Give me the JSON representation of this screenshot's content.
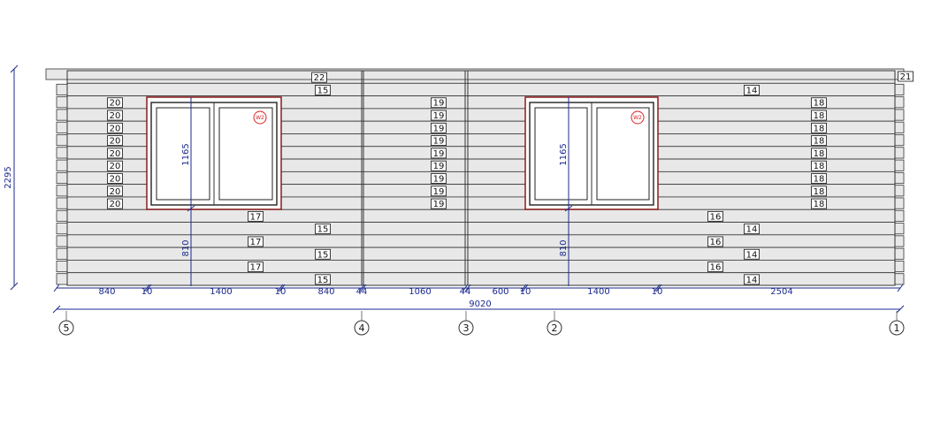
{
  "drawing": {
    "height_dimension": "2295",
    "total_width_dimension": "9020",
    "bottom_dimensions": [
      "840",
      "10",
      "1400",
      "10",
      "840",
      "44",
      "1060",
      "44",
      "600",
      "10",
      "1400",
      "10",
      "2504"
    ],
    "window_height_dimension": "1165",
    "sill_height_dimension": "810",
    "window_badge": "W2",
    "axis_labels": [
      "5",
      "4",
      "3",
      "2",
      "1"
    ],
    "log_numbers": {
      "top_left": "22",
      "top_right": "21",
      "seg1_row2": "15",
      "seg1_left_col": [
        "20",
        "20",
        "20",
        "20",
        "20",
        "20",
        "20",
        "20",
        "20"
      ],
      "seg1_center": [
        "17",
        "17",
        "17"
      ],
      "seg1_right": [
        "15",
        "15",
        "15"
      ],
      "seg2_col": [
        "19",
        "19",
        "19",
        "19",
        "19",
        "19",
        "19",
        "19",
        "19"
      ],
      "seg3_row2": "14",
      "seg3_right_col": [
        "18",
        "18",
        "18",
        "18",
        "18",
        "18",
        "18",
        "18",
        "18"
      ],
      "seg3_center": [
        "16",
        "16",
        "16"
      ],
      "seg3_right": [
        "14",
        "14",
        "14"
      ]
    }
  }
}
